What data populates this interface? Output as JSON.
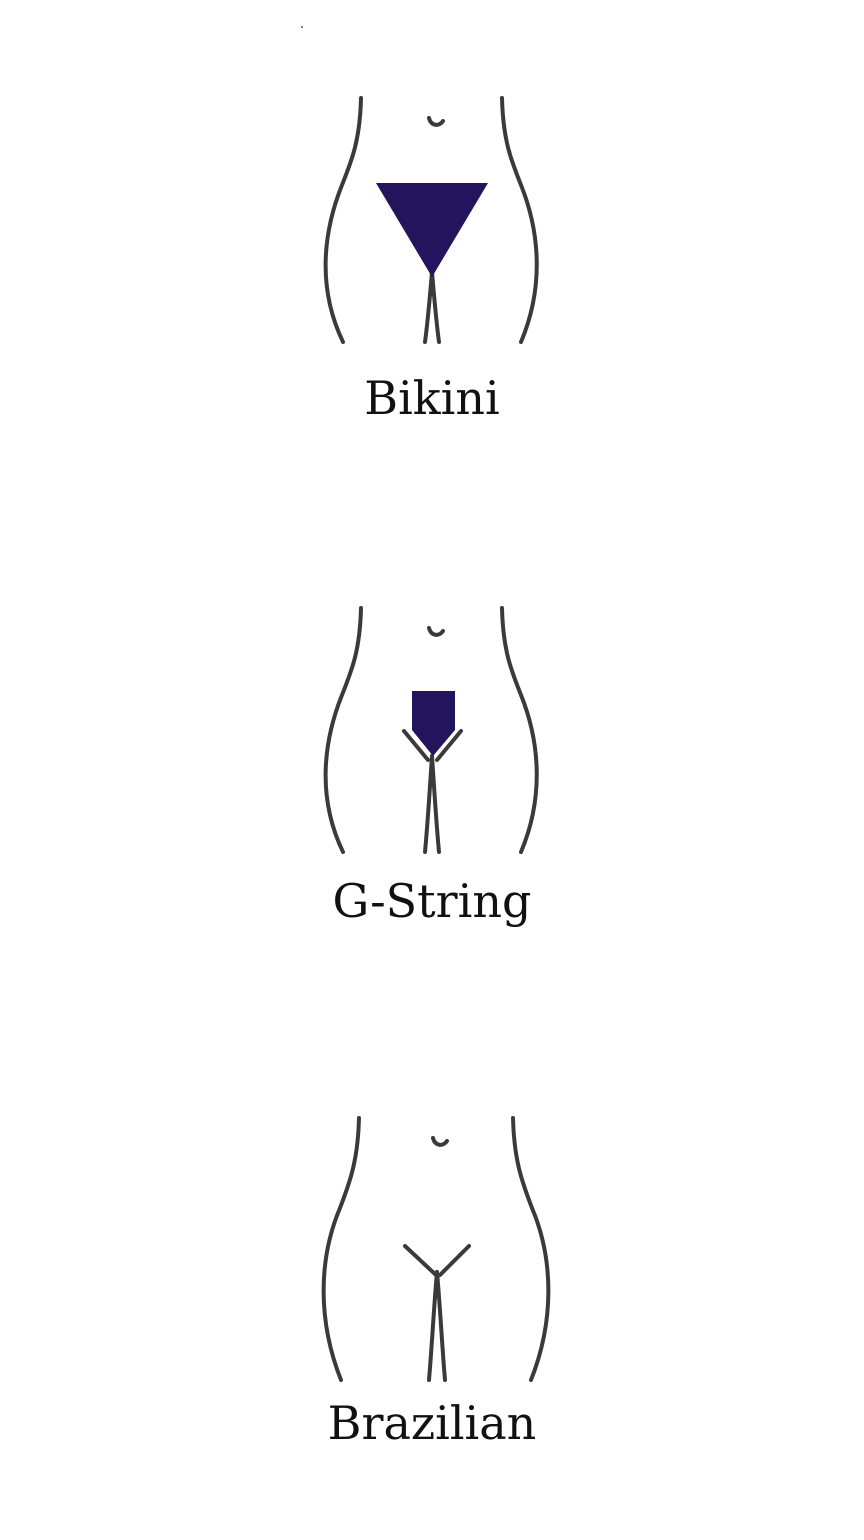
{
  "colors": {
    "highlight": "#24145e",
    "outline": "#3a3a3a",
    "text": "#111111",
    "background": "#ffffff"
  },
  "styles": [
    {
      "id": "bikini",
      "label": "Bikini",
      "shaded_shape": "triangle"
    },
    {
      "id": "g-string",
      "label": "G-String",
      "shaded_shape": "small-pentagon"
    },
    {
      "id": "brazilian",
      "label": "Brazilian",
      "shaded_shape": "none"
    }
  ]
}
